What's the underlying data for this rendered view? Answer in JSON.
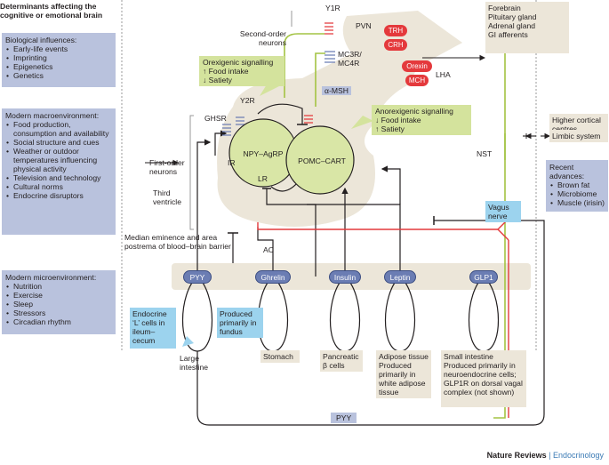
{
  "colors": {
    "blue_box": "#b9c2dd",
    "beige": "#ece6d9",
    "cyan": "#9cd3ee",
    "green_box": "#d4e39d",
    "neuron": "#d9e6a6",
    "pill": "#6b7db3",
    "red": "#e4393c",
    "brand_blue": "#3c7bb5"
  },
  "left": {
    "title": "Determinants affecting the cognitive or emotional brain",
    "biological": {
      "heading": "Biological influences:",
      "items": [
        "Early-life events",
        "Imprinting",
        "Epigenetics",
        "Genetics"
      ]
    },
    "macro": {
      "heading": "Modern macroenvironment:",
      "items": [
        "Food production, consumption and availability",
        "Social structure and cues",
        "Weather or outdoor temperatures influencing physical activity",
        "Television and technology",
        "Cultural norms",
        "Endocrine disruptors"
      ]
    },
    "micro": {
      "heading": "Modern microenvironment:",
      "items": [
        "Nutrition",
        "Exercise",
        "Sleep",
        "Stressors",
        "Circadian rhythm"
      ]
    }
  },
  "brain": {
    "second_order": "Second-order neurons",
    "first_order": "First-order neurons",
    "third_ventricle": "Third ventricle",
    "median_eminence": "Median eminence and area postrema of blood–brain barrier",
    "ac": "AC",
    "y1r": "Y1R",
    "y2r": "Y2R",
    "ghsr": "GHSR",
    "ir": "IR",
    "lr": "LR",
    "pvn": "PVN",
    "trh": "TRH",
    "crh": "CRH",
    "mc3r": "MC3R/ MC4R",
    "orexin": "Orexin",
    "mch": "MCH",
    "lha": "LHA",
    "amsh": "α-MSH",
    "npy": "NPY–AgRP",
    "pomc": "POMC–CART",
    "nst": "NST",
    "vagus": "Vagus nerve",
    "orexigenic": {
      "title": "Orexigenic signalling",
      "lines": [
        "↑ Food intake",
        "↓ Satiety"
      ]
    },
    "anorexigenic": {
      "title": "Anorexigenic signalling",
      "lines": [
        "↓ Food intake",
        "↑ Satiety"
      ]
    }
  },
  "targets": [
    "Forebrain",
    "Pituitary gland",
    "Adrenal gland",
    "GI afferents"
  ],
  "right": {
    "higher": "Higher cortical centres",
    "limbic": "Limbic system",
    "advances": {
      "heading": "Recent advances:",
      "items": [
        "Brown fat",
        "Microbiome",
        "Muscle (irisin)"
      ]
    }
  },
  "hormones": [
    "PYY",
    "Ghrelin",
    "Insulin",
    "Leptin",
    "GLP1"
  ],
  "organs": {
    "endocrine_l": "Endocrine ‘L’ cells in ileum–cecum",
    "large_intestine": "Large intestine",
    "produced_fundus": "Produced primarily in fundus",
    "stomach": "Stomach",
    "pancreatic": "Pancreatic β cells",
    "adipose": "Adipose tissue Produced primarily in white adipose tissue",
    "small_intestine": "Small intestine Produced primarily in neuroendocrine cells; GLP1R on dorsal vagal complex (not shown)"
  },
  "pyy_bottom": "PYY",
  "footer": {
    "journal": "Nature Reviews",
    "separator": " | ",
    "section": "Endocrinology"
  }
}
